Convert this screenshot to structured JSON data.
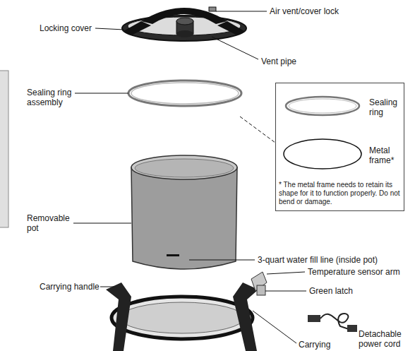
{
  "diagram": {
    "nodes": [
      {
        "text": [
          "Sealing ring",
          "Metal frame*",
          "* The metal frame needs to retain its shape for it to function properly. Do not bend or damage."
        ]
      }
    ],
    "labels": [
      "Air vent/cover lock",
      "Locking cover",
      "Vent pipe",
      "Sealing ring assembly",
      "Removable pot",
      "3-quart water fill line (inside pot)",
      "Carrying handle",
      "Temperature sensor arm",
      "Green latch",
      "Detachable power cord",
      "Carrying"
    ]
  }
}
